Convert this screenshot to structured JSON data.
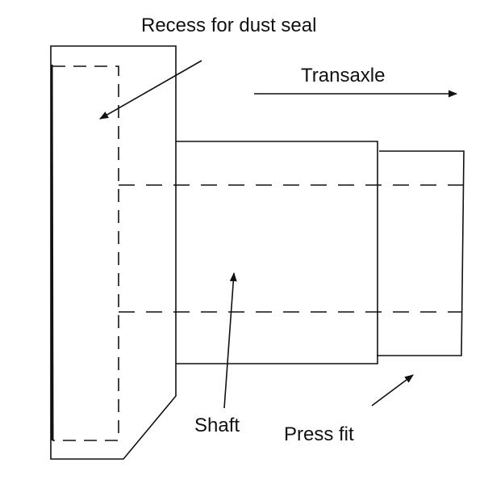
{
  "labels": {
    "recess": "Recess for dust seal",
    "transaxle": "Transaxle",
    "shaft": "Shaft",
    "press_fit": "Press fit"
  },
  "colors": {
    "ink": "#111111",
    "background": "#ffffff"
  }
}
